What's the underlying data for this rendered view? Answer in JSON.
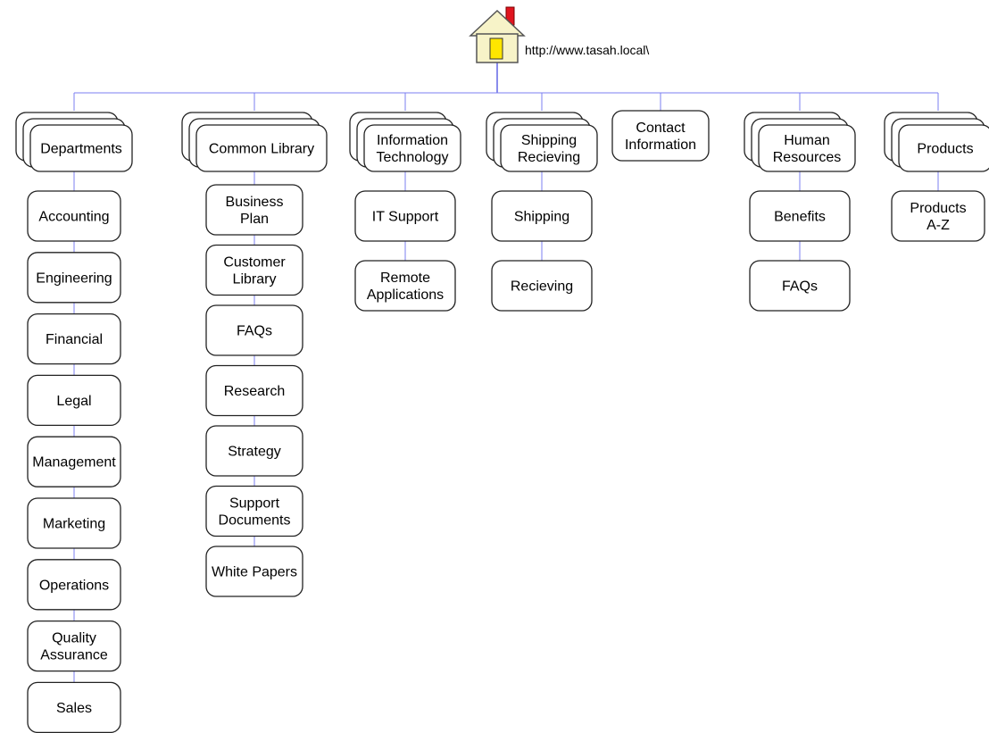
{
  "root": {
    "url": "http://www.tasah.local\\",
    "icon": "home-icon",
    "colors": {
      "house_wall": "#f7f3c8",
      "door": "#ffe600",
      "chimney": "#e0141e",
      "roof": "#555555"
    }
  },
  "colors": {
    "connector": "#7b7ff0",
    "trunk": "#3a3fe0",
    "box_stroke": "#222222"
  },
  "sections": [
    {
      "id": "departments",
      "label": [
        "Departments"
      ],
      "stacked": true,
      "children": [
        [
          "Accounting"
        ],
        [
          "Engineering"
        ],
        [
          "Financial"
        ],
        [
          "Legal"
        ],
        [
          "Management"
        ],
        [
          "Marketing"
        ],
        [
          "Operations"
        ],
        [
          "Quality",
          "Assurance"
        ],
        [
          "Sales"
        ]
      ]
    },
    {
      "id": "common-library",
      "label": [
        "Common Library"
      ],
      "stacked": true,
      "children": [
        [
          "Business",
          "Plan"
        ],
        [
          "Customer",
          "Library"
        ],
        [
          "FAQs"
        ],
        [
          "Research"
        ],
        [
          "Strategy"
        ],
        [
          "Support",
          "Documents"
        ],
        [
          "White Papers"
        ]
      ]
    },
    {
      "id": "information-technology",
      "label": [
        "Information",
        "Technology"
      ],
      "stacked": true,
      "children": [
        [
          "IT Support"
        ],
        [
          "Remote",
          "Applications"
        ]
      ]
    },
    {
      "id": "shipping-recieving",
      "label": [
        "Shipping",
        "Recieving"
      ],
      "stacked": true,
      "children": [
        [
          "Shipping"
        ],
        [
          "Recieving"
        ]
      ]
    },
    {
      "id": "contact-information",
      "label": [
        "Contact",
        "Information"
      ],
      "stacked": false,
      "children": []
    },
    {
      "id": "human-resources",
      "label": [
        "Human",
        "Resources"
      ],
      "stacked": true,
      "children": [
        [
          "Benefits"
        ],
        [
          "FAQs"
        ]
      ]
    },
    {
      "id": "products",
      "label": [
        "Products"
      ],
      "stacked": true,
      "children": [
        [
          "Products",
          "A-Z"
        ]
      ]
    }
  ]
}
